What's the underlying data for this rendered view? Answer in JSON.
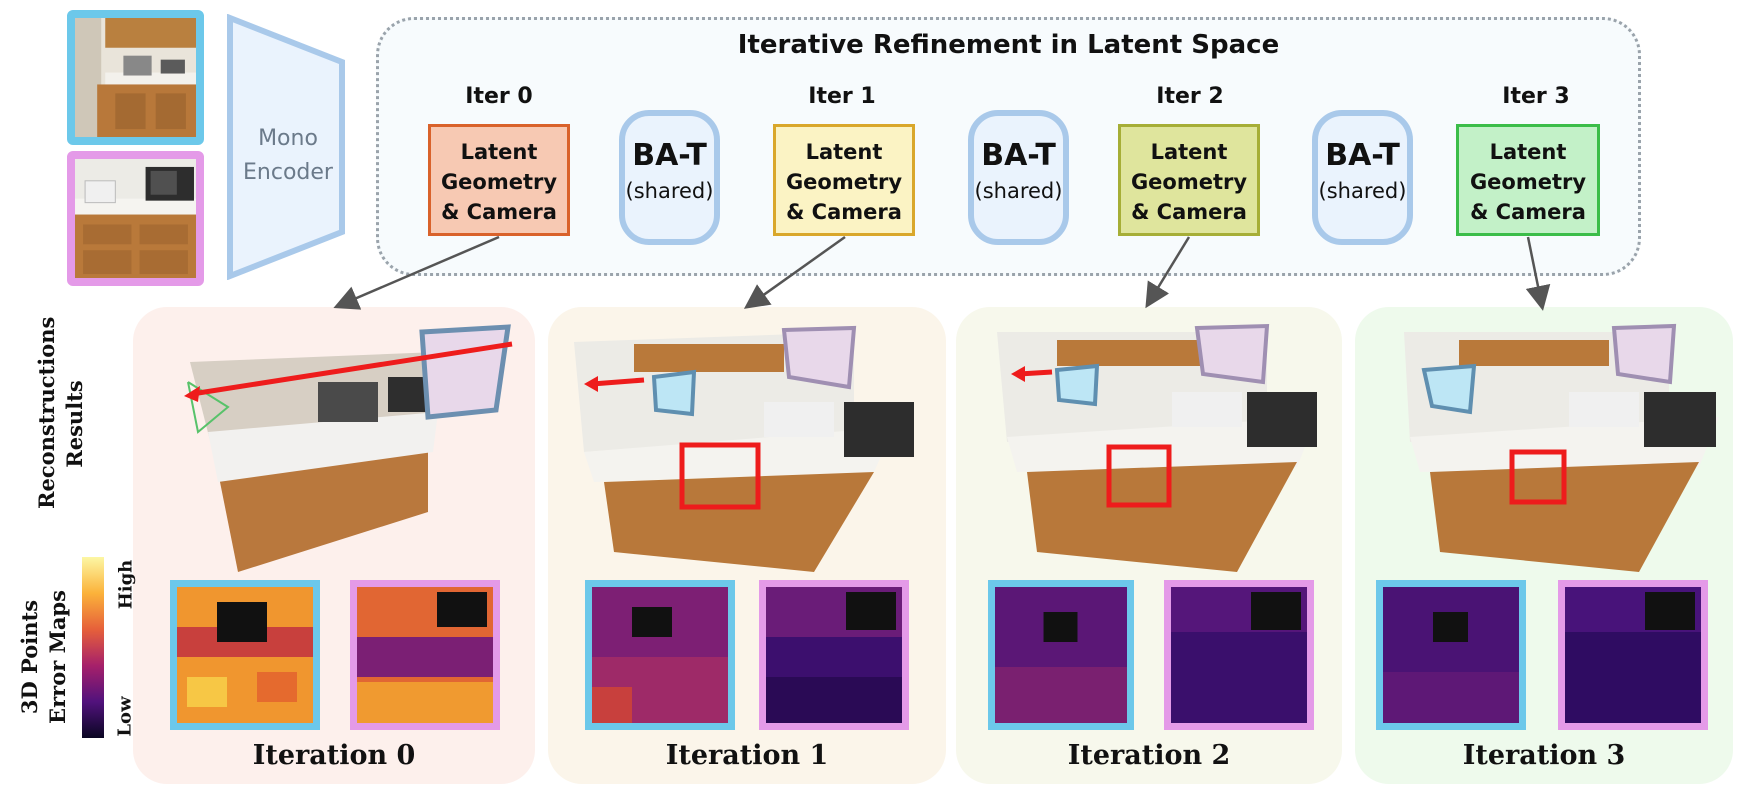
{
  "refinement": {
    "title": "Iterative Refinement in Latent Space"
  },
  "encoder": {
    "label_line1": "Mono",
    "label_line2": "Encoder"
  },
  "iterations": [
    {
      "label": "Iter 0",
      "box_line1": "Latent",
      "box_line2": "Geometry",
      "box_line3": "& Camera",
      "fill": "#f7c9b3",
      "stroke": "#d9622b"
    },
    {
      "label": "Iter 1",
      "box_line1": "Latent",
      "box_line2": "Geometry",
      "box_line3": "& Camera",
      "fill": "#fbf3c4",
      "stroke": "#d9a72b"
    },
    {
      "label": "Iter 2",
      "box_line1": "Latent",
      "box_line2": "Geometry",
      "box_line3": "& Camera",
      "fill": "#dfe59d",
      "stroke": "#a6ae37"
    },
    {
      "label": "Iter 3",
      "box_line1": "Latent",
      "box_line2": "Geometry",
      "box_line3": "& Camera",
      "fill": "#c3f1c8",
      "stroke": "#3bbd49"
    }
  ],
  "bat": {
    "title": "BA-T",
    "subtitle": "(shared)"
  },
  "panels": [
    {
      "label": "Iteration 0",
      "bg": "#fdf0ec"
    },
    {
      "label": "Iteration 1",
      "bg": "#fbf5ea"
    },
    {
      "label": "Iteration 2",
      "bg": "#f7f8ec"
    },
    {
      "label": "Iteration 3",
      "bg": "#eefaec"
    }
  ],
  "row_labels": {
    "recon_line1": "Reconstructions",
    "recon_line2": "Results",
    "error_line1": "3D Points",
    "error_line2": "Error Maps"
  },
  "colorbar": {
    "high": "High",
    "low": "Low"
  },
  "colors": {
    "view_a": "#6cc8ea",
    "view_b": "#e49ae8",
    "highlight": "#ee1c1c"
  }
}
